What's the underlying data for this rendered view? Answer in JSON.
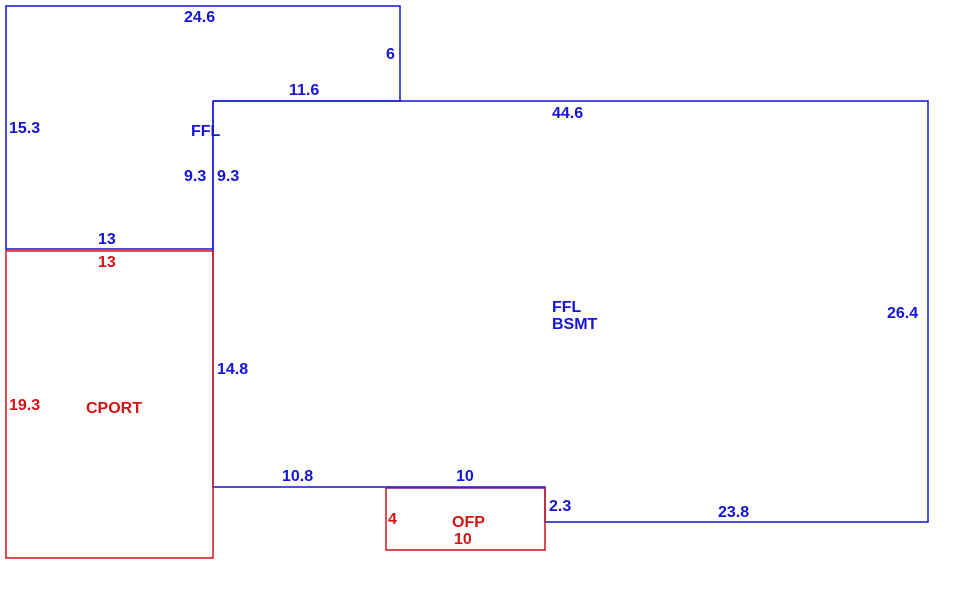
{
  "colors": {
    "blue": "#1414d2",
    "red": "#d21414",
    "purple": "#7a14b4",
    "background": "#ffffff"
  },
  "areas": {
    "upper_left": {
      "label": "FFL"
    },
    "main": {
      "label_line1": "FFL",
      "label_line2": "BSMT"
    },
    "carport": {
      "label": "CPORT"
    },
    "porch": {
      "label": "OFP"
    }
  },
  "dimensions": {
    "upper_top": "24.6",
    "upper_right_step": "6",
    "upper_lower_top": "11.6",
    "upper_left_side": "15.3",
    "upper_inner": "9.3",
    "main_inner": "9.3",
    "upper_bottom": "13",
    "carport_top": "13",
    "carport_left": "19.3",
    "main_top": "44.6",
    "main_right": "26.4",
    "main_left_lower": "14.8",
    "main_bottom_left": "10.8",
    "main_bottom_porch": "10",
    "main_step": "2.3",
    "main_bottom_right": "23.8",
    "porch_left": "4",
    "porch_bottom": "10"
  }
}
